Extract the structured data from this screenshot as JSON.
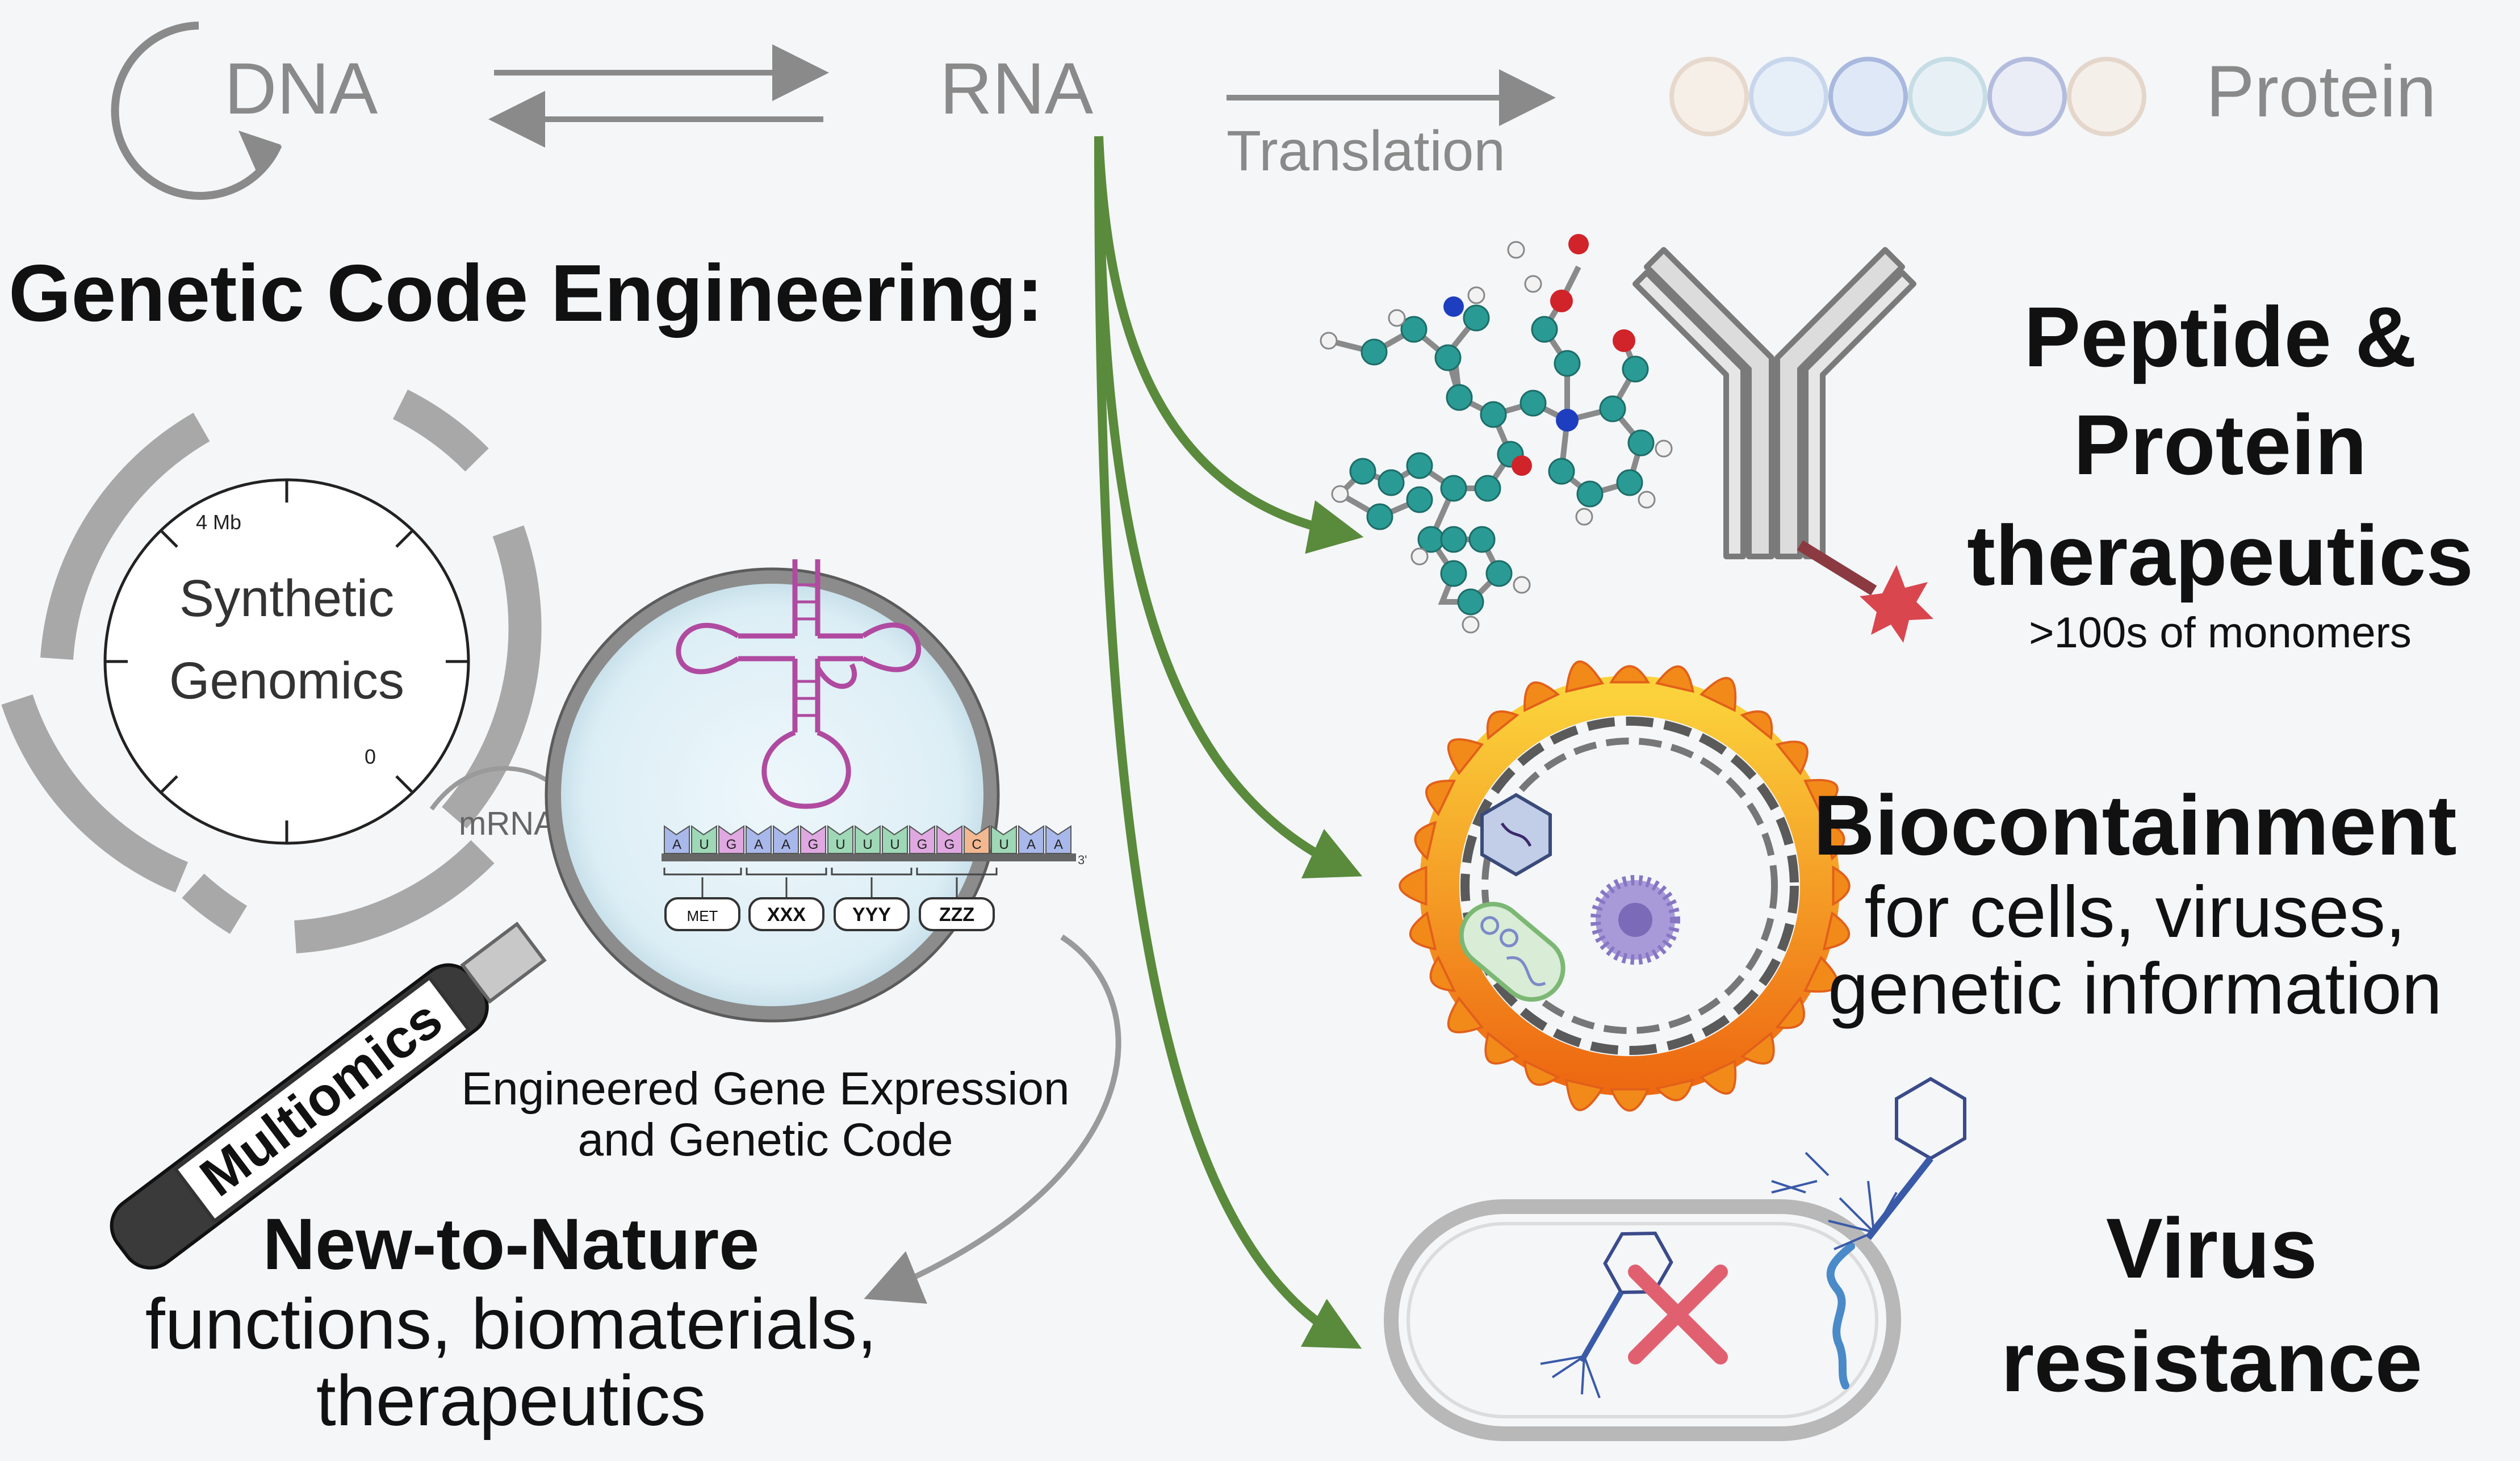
{
  "dogma": {
    "dna": "DNA",
    "rna": "RNA",
    "translation": "Translation",
    "protein": "Protein"
  },
  "main_title": "Genetic Code Engineering:",
  "genome": {
    "line1": "Synthetic",
    "line2": "Genomics",
    "tick_top": "4 Mb",
    "tick_bottom": "0"
  },
  "mrna_label": "mRNA",
  "codon_sequence": [
    "A",
    "U",
    "G",
    "A",
    "A",
    "G",
    "U",
    "U",
    "U",
    "G",
    "G",
    "C",
    "U",
    "A",
    "A"
  ],
  "codon_prime": "3'",
  "amino_acids": [
    "MET",
    "XXX",
    "YYY",
    "ZZZ"
  ],
  "expression": {
    "line1": "Engineered Gene Expression",
    "line2": "and Genetic Code"
  },
  "multiomics": "Multiomics",
  "new_to_nature": {
    "title": "New-to-Nature",
    "line1": "functions, biomaterials,",
    "line2": "therapeutics"
  },
  "peptide": {
    "line1": "Peptide &",
    "line2": "Protein",
    "line3": "therapeutics",
    "note": ">100s of monomers"
  },
  "biocontainment": {
    "title": "Biocontainment",
    "line1": "for cells, viruses,",
    "line2": "genetic information"
  },
  "virus": {
    "line1": "Virus",
    "line2": "resistance"
  },
  "colors": {
    "arrow_green": "#5a8a3c",
    "gray": "#8a8a8a",
    "trna_magenta": "#b04aa0",
    "red_x": "#e06070",
    "flame_orange": "#f08a1c",
    "atom_carbon": "#2a9a94",
    "star_red": "#d9464e"
  }
}
